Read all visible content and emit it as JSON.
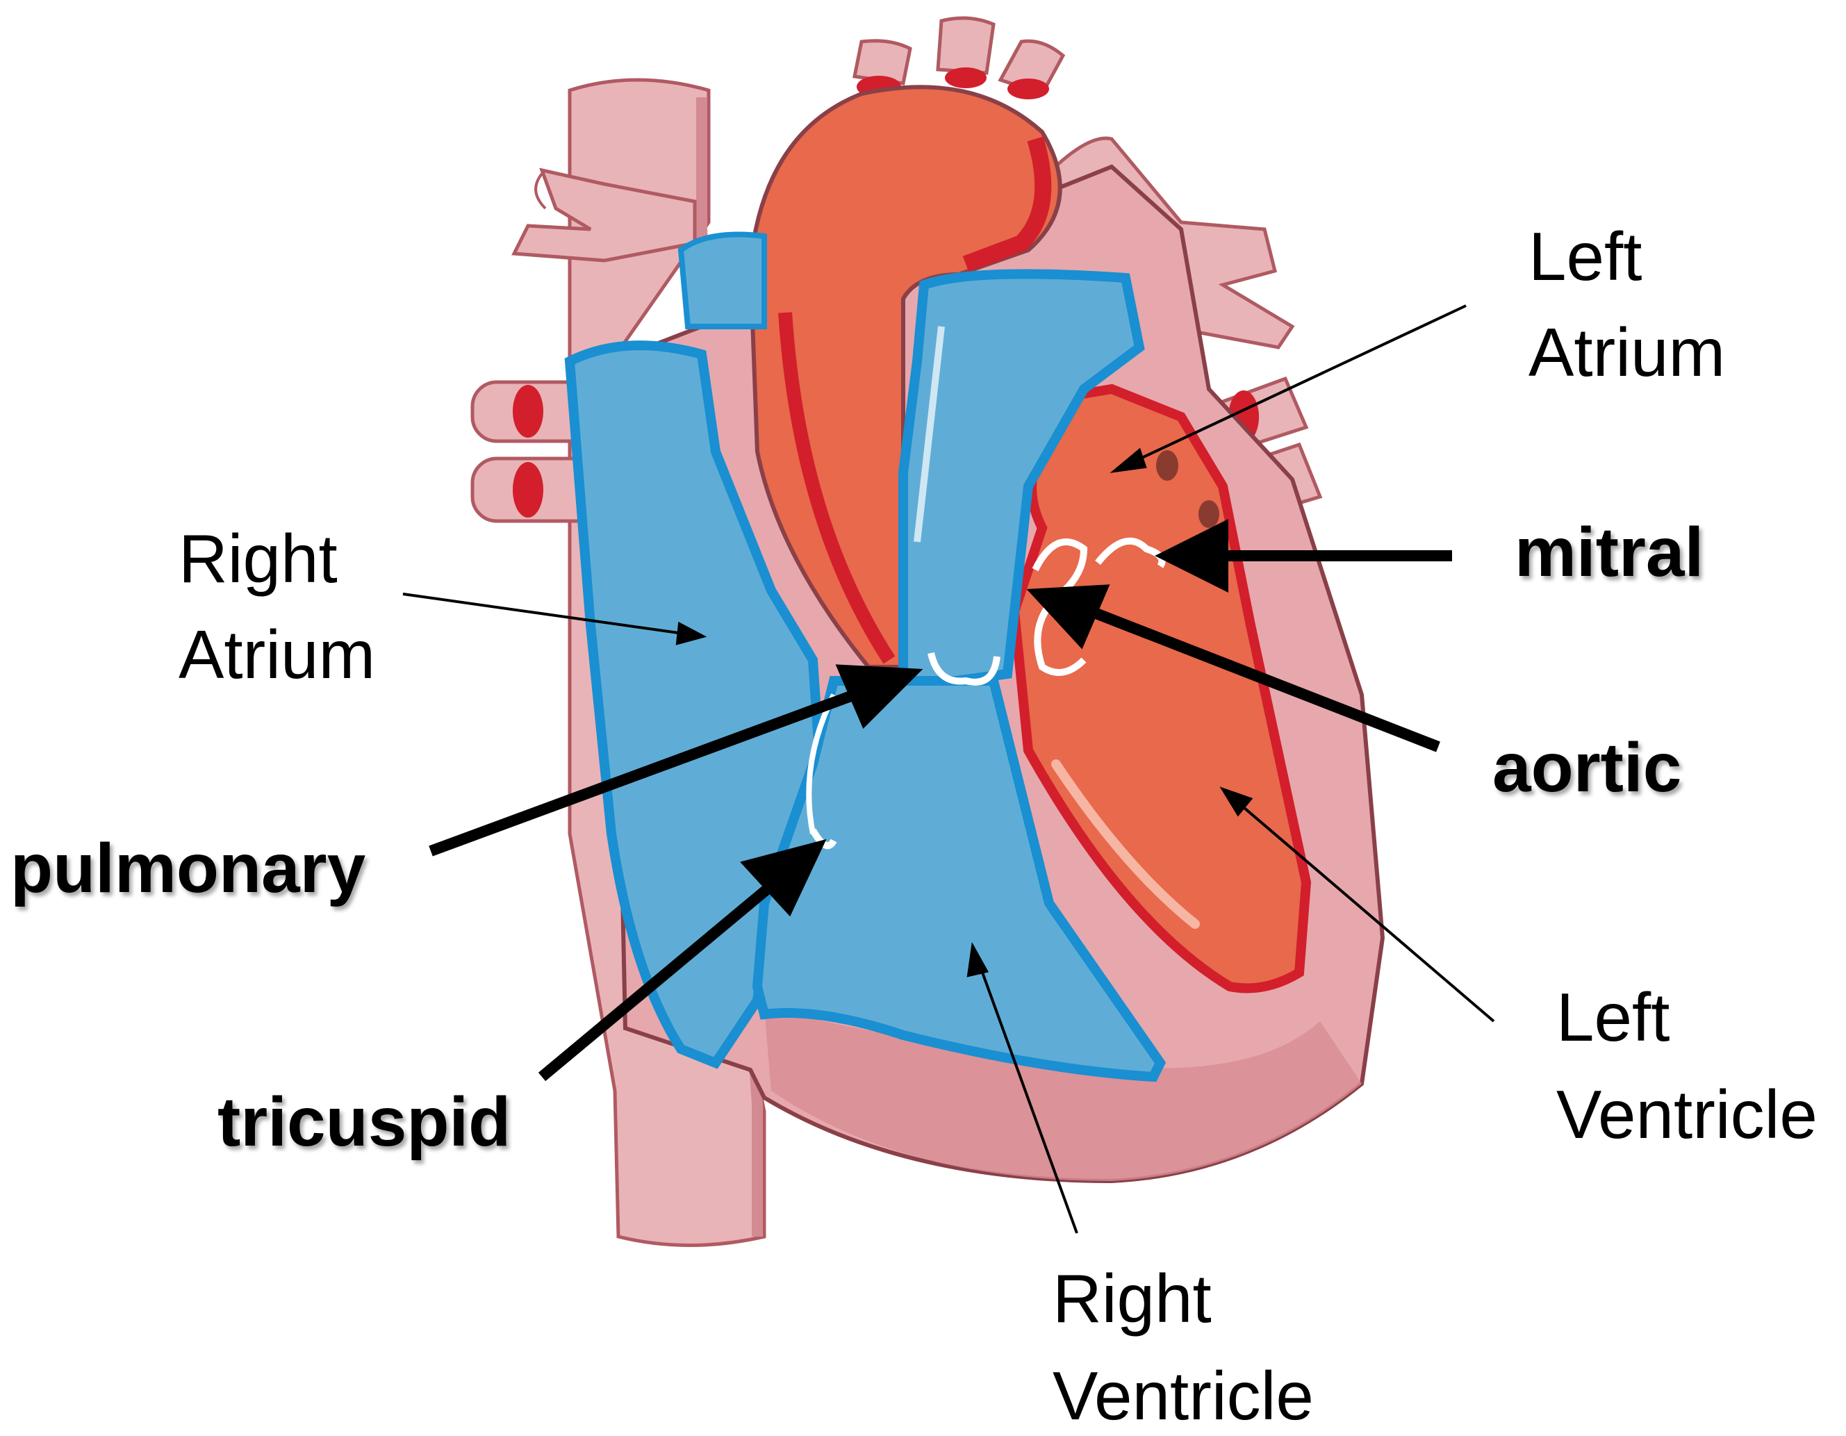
{
  "labels": {
    "left_atrium": [
      "Left",
      "Atrium"
    ],
    "right_atrium": [
      "Right",
      "Atrium"
    ],
    "left_ventricle": [
      "Left",
      "Ventricle"
    ],
    "right_ventricle": [
      "Right",
      "Ventricle"
    ],
    "mitral": "mitral",
    "aortic": "aortic",
    "pulmonary": "pulmonary",
    "tricuspid": "tricuspid"
  },
  "colors": {
    "deoxygenated_blood": "#5fadd6",
    "deoxygenated_outline": "#1a8fd1",
    "oxygenated_blood": "#e8694b",
    "oxygenated_outline": "#d21f2b",
    "heart_wall": "#e8a8ad",
    "vessel_pink": "#e8b4b8",
    "label_text": "#000000"
  }
}
